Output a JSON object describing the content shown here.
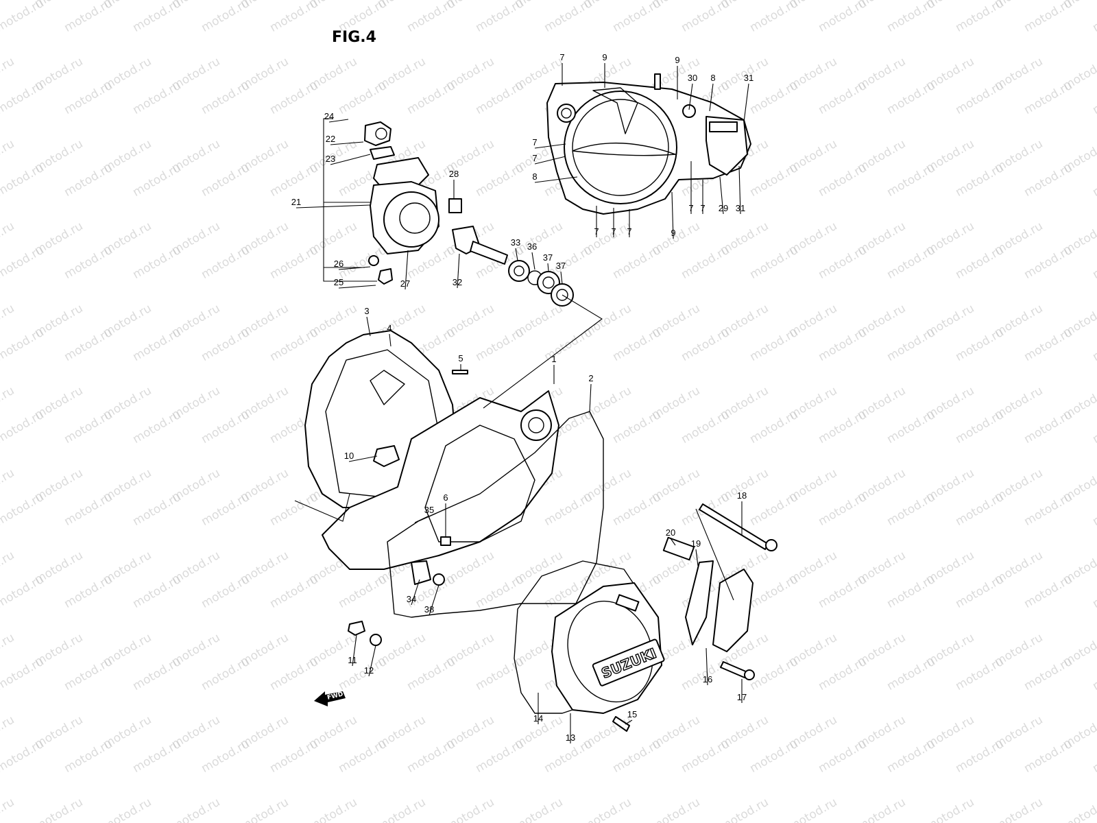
{
  "figure": {
    "title": "FIG.4",
    "watermark": "motod.ru",
    "brand_mark": "SUZUKI",
    "direction_label": "FWD"
  },
  "callouts": [
    {
      "id": "c7a",
      "text": "7"
    },
    {
      "id": "c9a",
      "text": "9"
    },
    {
      "id": "c9b",
      "text": "9"
    },
    {
      "id": "c30",
      "text": "30"
    },
    {
      "id": "c8a",
      "text": "8"
    },
    {
      "id": "c31a",
      "text": "31"
    },
    {
      "id": "c7b",
      "text": "7"
    },
    {
      "id": "c7c",
      "text": "7"
    },
    {
      "id": "c8b",
      "text": "8"
    },
    {
      "id": "c7d",
      "text": "7"
    },
    {
      "id": "c7e",
      "text": "7"
    },
    {
      "id": "c29",
      "text": "29"
    },
    {
      "id": "c31b",
      "text": "31"
    },
    {
      "id": "c7f",
      "text": "7"
    },
    {
      "id": "c7g",
      "text": "7"
    },
    {
      "id": "c7h",
      "text": "7"
    },
    {
      "id": "c9c",
      "text": "9"
    },
    {
      "id": "c24",
      "text": "24"
    },
    {
      "id": "c22",
      "text": "22"
    },
    {
      "id": "c23",
      "text": "23"
    },
    {
      "id": "c21",
      "text": "21"
    },
    {
      "id": "c28",
      "text": "28"
    },
    {
      "id": "c26",
      "text": "26"
    },
    {
      "id": "c25",
      "text": "25"
    },
    {
      "id": "c27",
      "text": "27"
    },
    {
      "id": "c32",
      "text": "32"
    },
    {
      "id": "c33",
      "text": "33"
    },
    {
      "id": "c36",
      "text": "36"
    },
    {
      "id": "c37a",
      "text": "37"
    },
    {
      "id": "c37b",
      "text": "37"
    },
    {
      "id": "c3",
      "text": "3"
    },
    {
      "id": "c4",
      "text": "4"
    },
    {
      "id": "c5",
      "text": "5"
    },
    {
      "id": "c1",
      "text": "1"
    },
    {
      "id": "c2",
      "text": "2"
    },
    {
      "id": "c10",
      "text": "10"
    },
    {
      "id": "c6",
      "text": "6"
    },
    {
      "id": "c35",
      "text": "35"
    },
    {
      "id": "c34",
      "text": "34"
    },
    {
      "id": "c38",
      "text": "38"
    },
    {
      "id": "c11",
      "text": "11"
    },
    {
      "id": "c12",
      "text": "12"
    },
    {
      "id": "c18",
      "text": "18"
    },
    {
      "id": "c20",
      "text": "20"
    },
    {
      "id": "c19",
      "text": "19"
    },
    {
      "id": "c16",
      "text": "16"
    },
    {
      "id": "c17",
      "text": "17"
    },
    {
      "id": "c14",
      "text": "14"
    },
    {
      "id": "c13",
      "text": "13"
    },
    {
      "id": "c15",
      "text": "15"
    }
  ]
}
